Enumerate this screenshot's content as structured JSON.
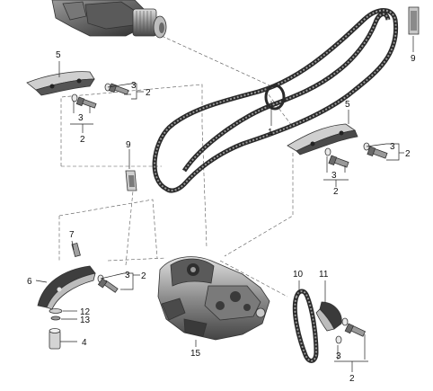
{
  "callouts": {
    "n5a": "5",
    "n3a": "3",
    "n2a": "2",
    "n3b": "3",
    "n2b": "2",
    "n9a": "9",
    "n1": "1",
    "n9b": "9",
    "n5b": "5",
    "n3c": "3",
    "n2c": "2",
    "n3d": "3",
    "n2d": "2",
    "n7": "7",
    "n6": "6",
    "n3e": "3",
    "n2e": "2",
    "n12": "12",
    "n13": "13",
    "n4": "4",
    "n15": "15",
    "n10": "10",
    "n11": "11",
    "n3f": "3",
    "n2f": "2"
  },
  "colors": {
    "part_dark": "#3a3a3a",
    "part_mid": "#8a8a8a",
    "part_light": "#d0d0d0",
    "line": "#222222"
  }
}
